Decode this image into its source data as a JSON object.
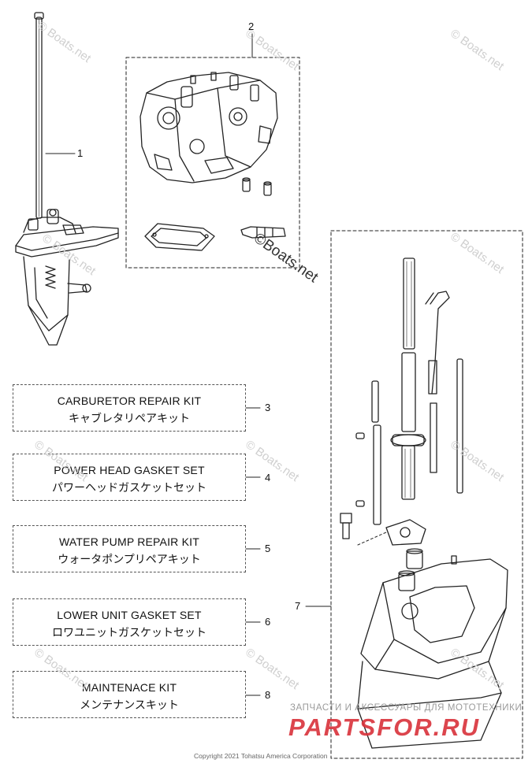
{
  "callouts": {
    "c1": "1",
    "c2": "2",
    "c3": "3",
    "c4": "4",
    "c5": "5",
    "c6": "6",
    "c7": "7",
    "c8": "8"
  },
  "kits": [
    {
      "en": "CARBURETOR REPAIR KIT",
      "jp": "キャブレタリペアキット"
    },
    {
      "en": "POWER HEAD GASKET SET",
      "jp": "パワーヘッドガスケットセット"
    },
    {
      "en": "WATER PUMP REPAIR KIT",
      "jp": "ウォータポンプリペアキット"
    },
    {
      "en": "LOWER UNIT GASKET SET",
      "jp": "ロワユニットガスケットセット"
    },
    {
      "en": "MAINTENACE KIT",
      "jp": "メンテナンスキット"
    }
  ],
  "watermark": {
    "text": "© Boats.net",
    "emphasis": "©Boats.net"
  },
  "footer": {
    "ru_line": "ЗАПЧАСТИ И АКСЕССУАРЫ ДЛЯ МОТОТЕХНИКИ",
    "ru_brand": "PARTSFOR.RU",
    "copyright": "Copyright 2021 Tohatsu America Corporation"
  }
}
